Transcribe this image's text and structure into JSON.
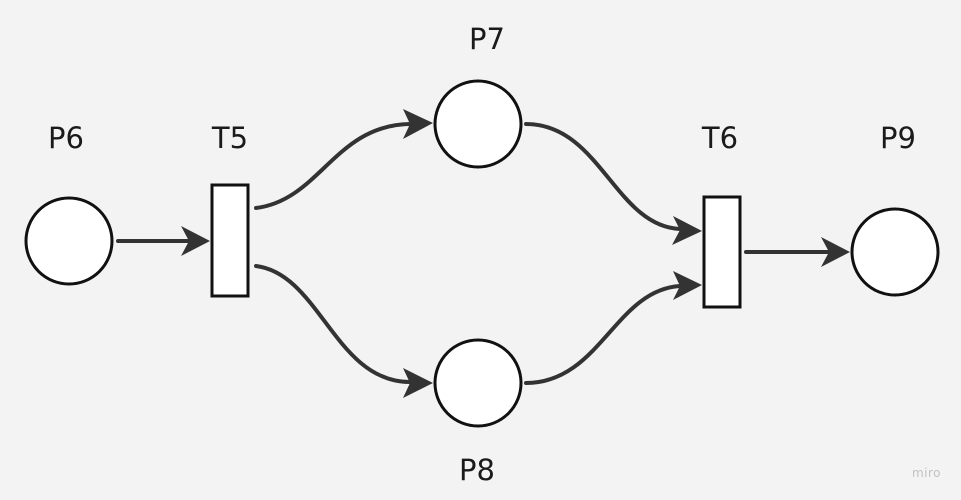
{
  "diagram": {
    "type": "petri-net",
    "places": [
      {
        "id": "P6",
        "label": "P6"
      },
      {
        "id": "P7",
        "label": "P7"
      },
      {
        "id": "P8",
        "label": "P8"
      },
      {
        "id": "P9",
        "label": "P9"
      }
    ],
    "transitions": [
      {
        "id": "T5",
        "label": "T5"
      },
      {
        "id": "T6",
        "label": "T6"
      }
    ],
    "arcs": [
      {
        "from": "P6",
        "to": "T5"
      },
      {
        "from": "T5",
        "to": "P7"
      },
      {
        "from": "T5",
        "to": "P8"
      },
      {
        "from": "P7",
        "to": "T6"
      },
      {
        "from": "P8",
        "to": "T6"
      },
      {
        "from": "T6",
        "to": "P9"
      }
    ]
  },
  "watermark": "miro"
}
